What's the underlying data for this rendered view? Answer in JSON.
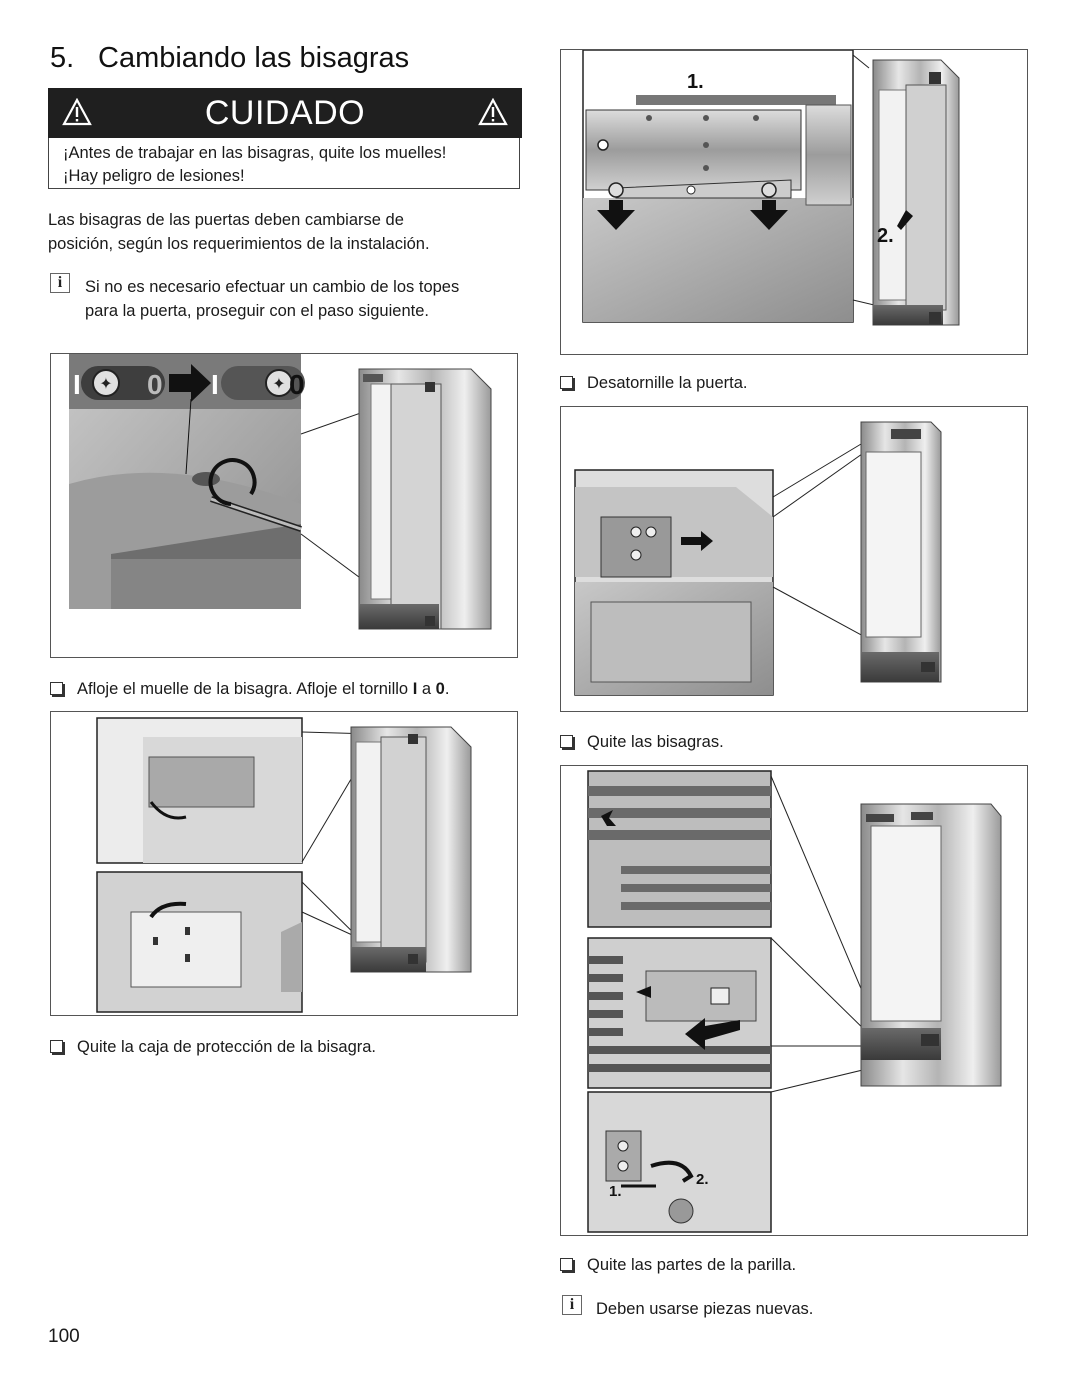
{
  "section": {
    "number": "5.",
    "title": "Cambiando las bisagras"
  },
  "warning": {
    "label": "CUIDADO",
    "text_line1": "¡Antes de trabajar en las bisagras, quite los muelles!",
    "text_line2": "¡Hay peligro de lesiones!"
  },
  "intro": {
    "line1": "Las bisagras de las puertas deben cambiarse de",
    "line2": "posición, según los requerimientos de la instalación."
  },
  "info_note1": {
    "line1": "Si no es necesario efectuar un cambio de los topes",
    "line2": "para la puerta, proseguir con el paso siguiente."
  },
  "steps": {
    "loosen_prefix": "Afloje el muelle de la bisagra. Afloje el tornillo ",
    "loosen_from": "I",
    "loosen_mid": " a ",
    "loosen_to": "0",
    "loosen_end": ".",
    "remove_cover": "Quite la caja de protección de la bisagra.",
    "unscrew_door": "Desatornille la puerta.",
    "remove_hinges": "Quite las bisagras.",
    "remove_grille": "Quite las partes de la parilla."
  },
  "info_note2": "Deben usarse piezas nuevas.",
  "figure_labels": {
    "switch_I": "I",
    "switch_0": "0",
    "step1": "1.",
    "step2": "2."
  },
  "page_number": "100"
}
